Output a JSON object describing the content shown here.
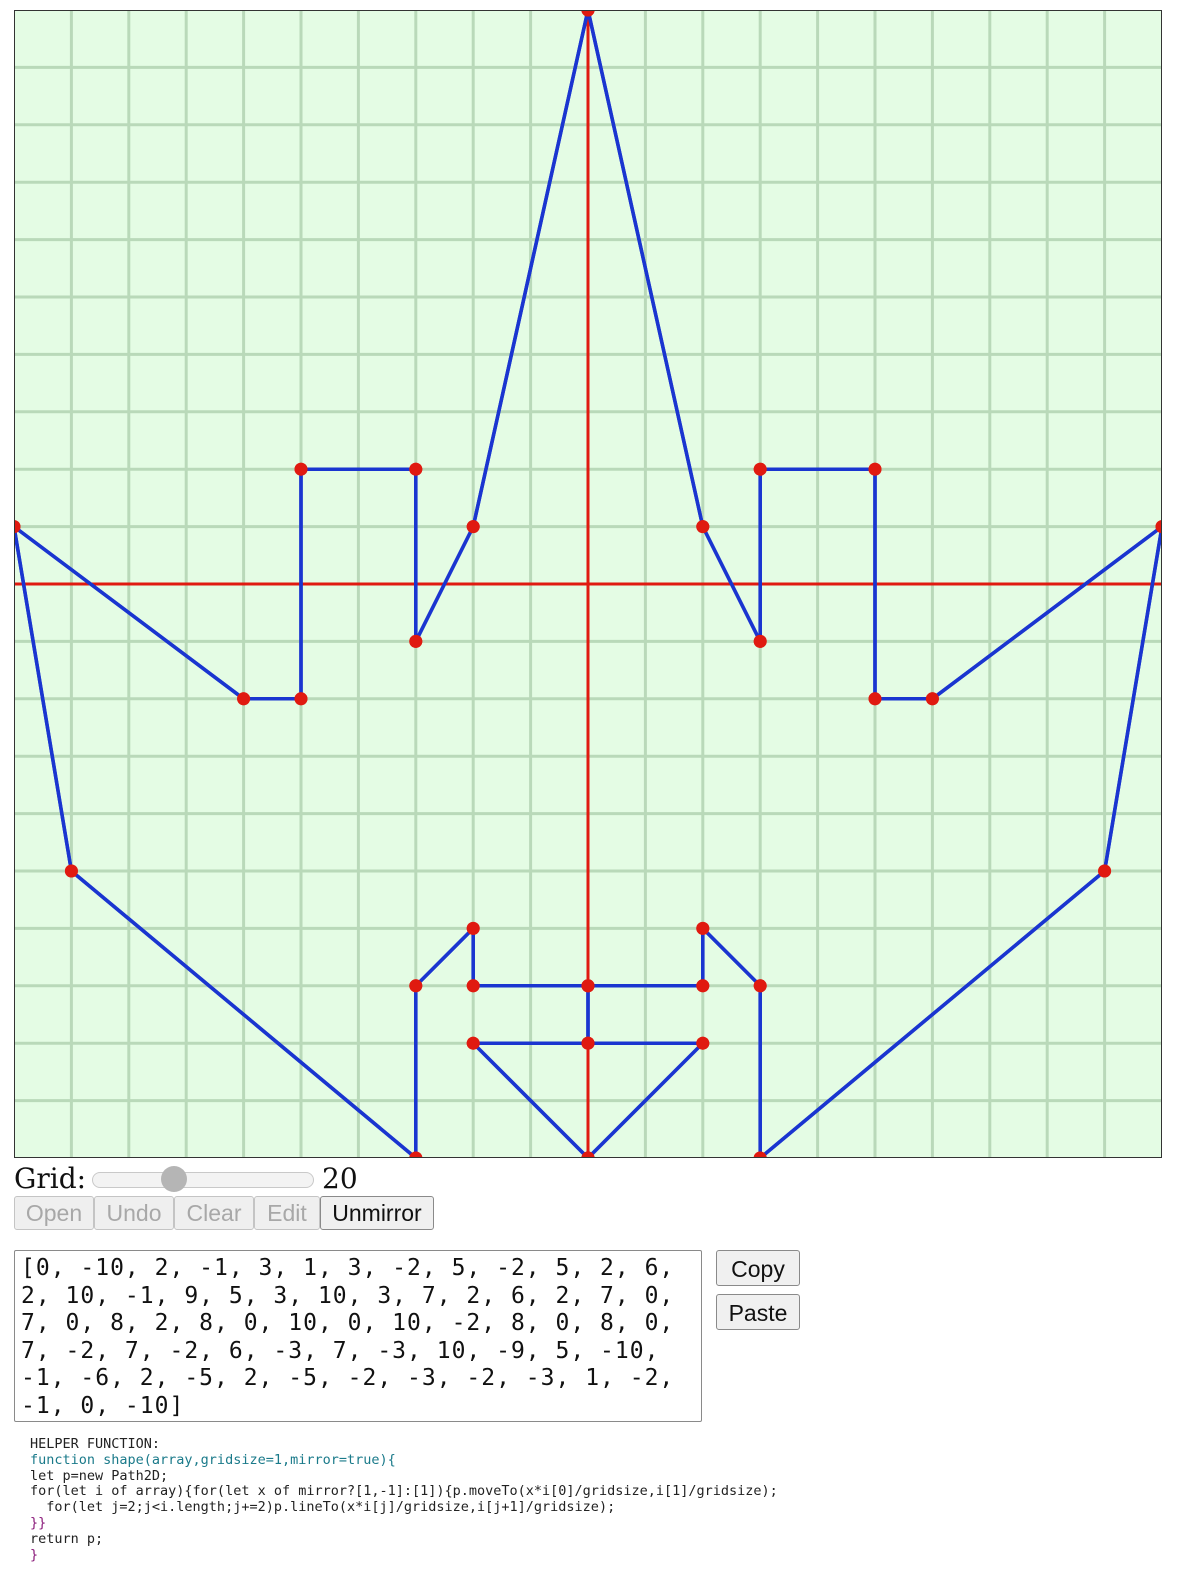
{
  "controls": {
    "grid_label": "Grid:",
    "grid_value": "20",
    "grid_fraction": 0.35
  },
  "buttons": {
    "open": "Open",
    "undo": "Undo",
    "clear": "Clear",
    "edit": "Edit",
    "unmirror": "Unmirror"
  },
  "code": {
    "value": "[0, -10, 2, -1, 3, 1, 3, -2, 5, -2, 5, 2, 6, 2, 10, -1, 9, 5, 3, 10, 3, 7, 2, 6, 2, 7, 0, 7, 0, 8, 2, 8, 0, 10, 0, 10, -2, 8, 0, 8, 0, 7, -2, 7, -2, 6, -3, 7, -3, 10, -9, 5, -10, -1, -6, 2, -5, 2, -5, -2, -3, -2, -3, 1, -2, -1, 0, -10]"
  },
  "side_buttons": {
    "copy": "Copy",
    "paste": "Paste"
  },
  "helper": {
    "title": "HELPER FUNCTION:",
    "line1": "function shape(array,gridsize=1,mirror=true){",
    "line2": "let p=new Path2D;",
    "line3": "for(let i of array){for(let x of mirror?[1,-1]:[1]){p.moveTo(x*i[0]/gridsize,i[1]/gridsize);",
    "line4": "  for(let j=2;j<i.length;j+=2)p.lineTo(x*i[j]/gridsize,i[j+1]/gridsize);",
    "line5": "}}",
    "line6": "return p;",
    "line7": "}"
  },
  "canvas": {
    "grid_size": 20,
    "mirror": true,
    "colors": {
      "background": "#e4fce4",
      "gridline": "#b9d9b9",
      "axis": "#e01a10",
      "path": "#1a35d0",
      "point": "#e01a10",
      "border": "#333333"
    },
    "shape": [
      0,
      -10,
      2,
      -1,
      3,
      1,
      3,
      -2,
      5,
      -2,
      5,
      2,
      6,
      2,
      10,
      -1,
      9,
      5,
      3,
      10,
      3,
      7,
      2,
      6,
      2,
      7,
      0,
      7,
      0,
      8,
      2,
      8,
      0,
      10,
      0,
      10,
      -2,
      8,
      0,
      8,
      0,
      7,
      -2,
      7,
      -2,
      6,
      -3,
      7,
      -3,
      10,
      -9,
      5,
      -10,
      -1,
      -6,
      2,
      -5,
      2,
      -5,
      -2,
      -3,
      -2,
      -3,
      1,
      -2,
      -1,
      0,
      -10
    ]
  }
}
